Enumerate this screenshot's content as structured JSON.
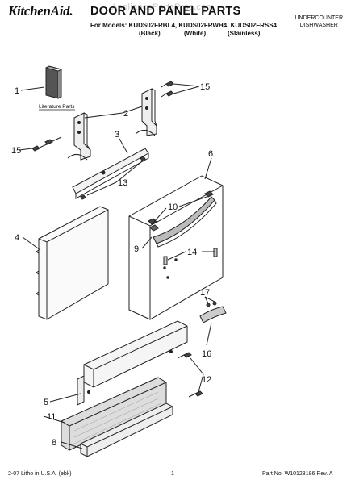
{
  "header": {
    "brand": "KitchenAid.",
    "title": "DOOR AND PANEL PARTS",
    "models_line": "For Models: KUDS02FRBL4, KUDS02FRWH4, KUDS02FRSS4",
    "color_black": "(Black)",
    "color_white": "(White)",
    "color_stainless": "(Stainless)",
    "appliance_line1": "UNDERCOUNTER",
    "appliance_line2": "DISHWASHER",
    "watermark": "AppliancePartsPros.com"
  },
  "labels": {
    "literature_parts": "Literature Parts",
    "callouts": [
      "1",
      "2",
      "3",
      "4",
      "5",
      "6",
      "8",
      "9",
      "10",
      "11",
      "12",
      "13",
      "14",
      "15",
      "15",
      "16",
      "17"
    ]
  },
  "footer": {
    "litho": "2-07 Litho in U.S.A. (ebk)",
    "page": "1",
    "part_no": "Part No. W10128186 Rev. A"
  }
}
